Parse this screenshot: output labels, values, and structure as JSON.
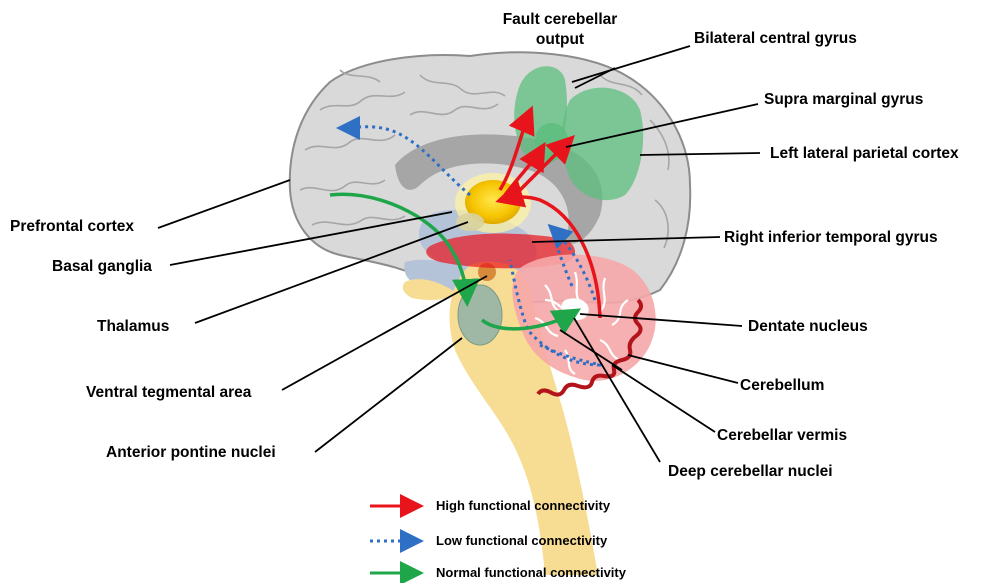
{
  "labels": {
    "fault_cerebellar_output": "Fault cerebellar output",
    "bilateral_central_gyrus": "Bilateral central gyrus",
    "supra_marginal_gyrus": "Supra marginal gyrus",
    "left_lateral_parietal_cortex": "Left lateral parietal cortex",
    "prefrontal_cortex": "Prefrontal cortex",
    "right_inferior_temporal_gyrus": "Right inferior temporal gyrus",
    "basal_ganglia": "Basal ganglia",
    "thalamus": "Thalamus",
    "dentate_nucleus": "Dentate nucleus",
    "ventral_tegmental_area": "Ventral tegmental area",
    "cerebellum": "Cerebellum",
    "anterior_pontine_nuclei": "Anterior pontine nuclei",
    "cerebellar_vermis": "Cerebellar vermis",
    "deep_cerebellar_nuclei": "Deep cerebellar nuclei"
  },
  "legend": {
    "high": "High functional connectivity",
    "low": "Low functional connectivity",
    "normal": "Normal functional connectivity"
  },
  "colors": {
    "high": "#e8141b",
    "low": "#2f6fc4",
    "normal": "#1fa64a",
    "cortex": "#d9d9d9",
    "brainstem": "#f7dc93",
    "cerebellum": "#f6a7a8",
    "parietal_regions": "#5cbd7e"
  }
}
